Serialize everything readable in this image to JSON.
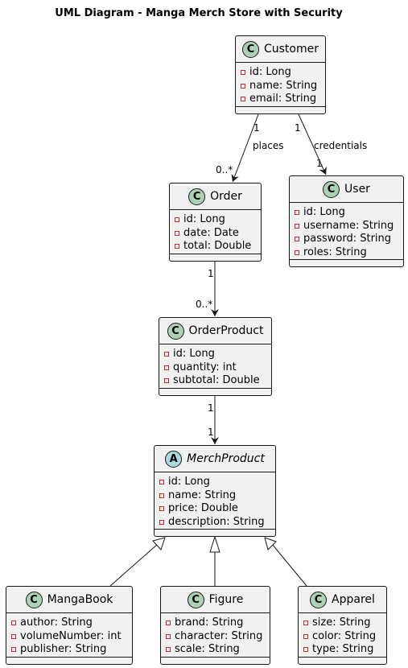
{
  "title": "UML Diagram - Manga Merch Store with Security",
  "classes": {
    "customer": {
      "stereotype": "C",
      "name": "Customer",
      "attributes": [
        "id: Long",
        "name: String",
        "email: String"
      ]
    },
    "order": {
      "stereotype": "C",
      "name": "Order",
      "attributes": [
        "id: Long",
        "date: Date",
        "total: Double"
      ]
    },
    "user": {
      "stereotype": "C",
      "name": "User",
      "attributes": [
        "id: Long",
        "username: String",
        "password: String",
        "roles: String"
      ]
    },
    "orderproduct": {
      "stereotype": "C",
      "name": "OrderProduct",
      "attributes": [
        "id: Long",
        "quantity: int",
        "subtotal: Double"
      ]
    },
    "merchproduct": {
      "stereotype": "A",
      "name": "MerchProduct",
      "abstract": true,
      "attributes": [
        "id: Long",
        "name: String",
        "price: Double",
        "description: String"
      ]
    },
    "mangabook": {
      "stereotype": "C",
      "name": "MangaBook",
      "attributes": [
        "author: String",
        "volumeNumber: int",
        "publisher: String"
      ]
    },
    "figure": {
      "stereotype": "C",
      "name": "Figure",
      "attributes": [
        "brand: String",
        "character: String",
        "scale: String"
      ]
    },
    "apparel": {
      "stereotype": "C",
      "name": "Apparel",
      "attributes": [
        "size: String",
        "color: String",
        "type: String"
      ]
    }
  },
  "relations": {
    "customer_order": {
      "label": "places",
      "from_mult": "1",
      "to_mult": "0..*"
    },
    "customer_user": {
      "label": "credentials",
      "from_mult": "1",
      "to_mult": "1"
    },
    "order_orderproduct": {
      "from_mult": "1",
      "to_mult": "0..*"
    },
    "orderproduct_merchproduct": {
      "from_mult": "1",
      "to_mult": "1"
    }
  },
  "colors": {
    "class_fill": "#f1f1f1",
    "border": "#181818",
    "class_badge": "#add1b2",
    "abstract_badge": "#a9dcdf",
    "visibility_private": "#c82930"
  }
}
